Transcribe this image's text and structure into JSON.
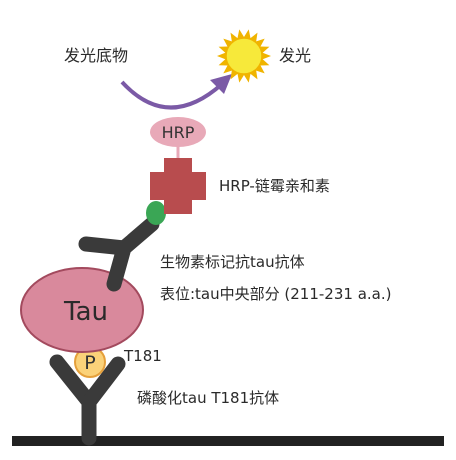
{
  "labels": {
    "substrate": "发光底物",
    "light": "发光",
    "hrp": "HRP",
    "streptavidin": "HRP-链霉亲和素",
    "biotin_antibody": "生物素标记抗tau抗体",
    "epitope": "表位:tau中央部分 (211-231 a.a.)",
    "tau": "Tau",
    "phospho": "P",
    "t181": "T181",
    "capture_antibody": "磷酸化tau T181抗体"
  },
  "colors": {
    "arrow": "#7b5aa6",
    "sun": "#f7e93a",
    "sun_rays": "#f0b400",
    "hrp_fill": "#e8a9b8",
    "cross_fill": "#b84c4e",
    "biotin_dot": "#3aa655",
    "antibody": "#3a3a3a",
    "tau_fill": "#d9899c",
    "tau_stroke": "#a34a5e",
    "phospho_fill": "#fbd279",
    "phospho_stroke": "#e5a03b",
    "surface": "#222222"
  }
}
